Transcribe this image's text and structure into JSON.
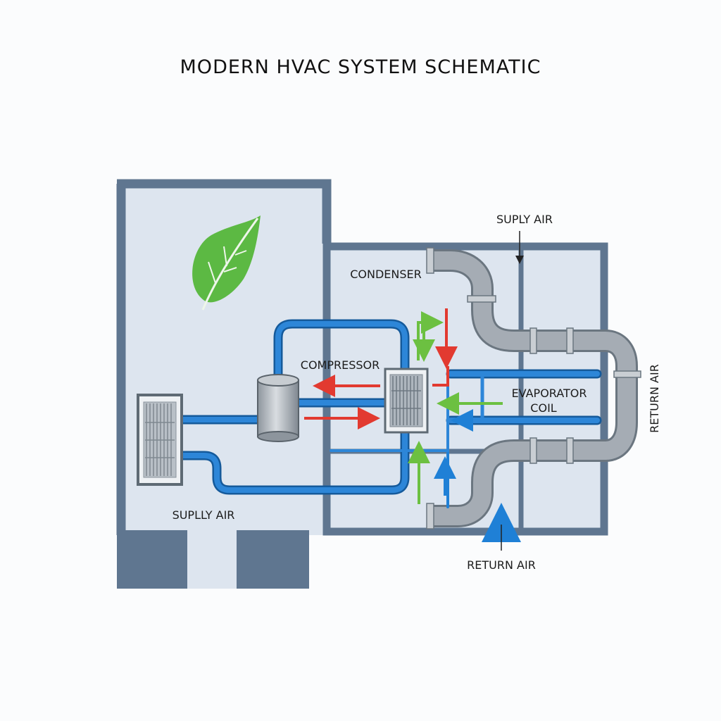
{
  "title": "MODERN HVAC SYSTEM SCHEMATIC",
  "labels": {
    "supply_air_top": "SUPLY AIR",
    "condenser": "CONDENSER",
    "compressor": "COMPRESSOR",
    "evaporator_line1": "EVAPORATOR",
    "evaporator_line2": "COIL",
    "return_air_side": "RETURN AIR",
    "supply_air_left": "SUPLLY AIR",
    "return_air_bottom": "RETURN AIR"
  },
  "colors": {
    "wall": "#5f7690",
    "room_fill": "#dde5ef",
    "coolant_pipe": "#1f73c4",
    "duct": "#9ea5ad",
    "hot_flow": "#e23a30",
    "fresh_flow": "#6cc041",
    "cool_flow": "#1f80d6",
    "leaf": "#5cb943"
  },
  "icons": [
    "leaf-icon",
    "vent-grille-icon",
    "compressor-icon",
    "condenser-coil-icon"
  ]
}
